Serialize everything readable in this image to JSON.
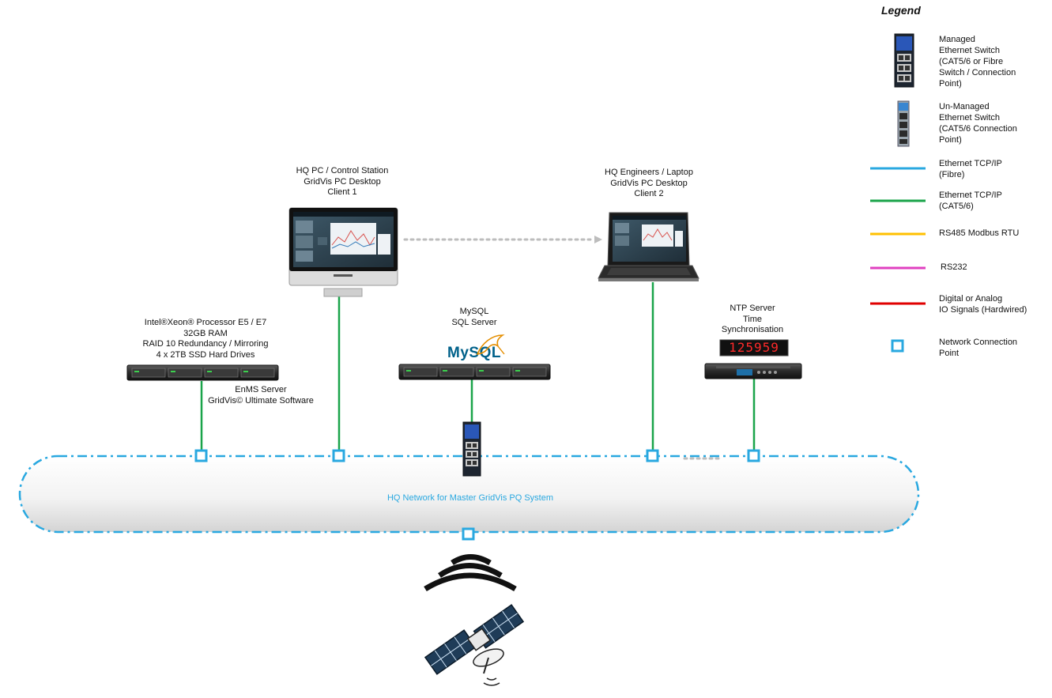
{
  "legend": {
    "title": "Legend",
    "items": [
      {
        "key": "managed_switch",
        "lines": [
          "Managed",
          "Ethernet Switch",
          "(CAT5/6 or Fibre",
          "Switch / Connection",
          "Point)"
        ]
      },
      {
        "key": "unmanaged_switch",
        "lines": [
          "Un-Managed",
          "Ethernet Switch",
          "(CAT5/6 Connection",
          "Point)"
        ]
      },
      {
        "key": "fibre",
        "lines": [
          "Ethernet TCP/IP",
          "(Fibre)"
        ],
        "color": "#29a8e0"
      },
      {
        "key": "cat56",
        "lines": [
          "Ethernet TCP/IP",
          "(CAT5/6)"
        ],
        "color": "#1aa44a"
      },
      {
        "key": "rs485",
        "lines": [
          "RS485 Modbus RTU"
        ],
        "color": "#ffc000"
      },
      {
        "key": "rs232",
        "lines": [
          "RS232"
        ],
        "color": "#e040c0"
      },
      {
        "key": "io",
        "lines": [
          "Digital or Analog",
          "IO Signals (Hardwired)"
        ],
        "color": "#e00000"
      },
      {
        "key": "ncp",
        "lines": [
          "Network Connection",
          "Point"
        ],
        "color": "#29a8e0"
      }
    ]
  },
  "nodes": {
    "hq_pc": {
      "lines": [
        "HQ PC / Control Station",
        "GridVis PC Desktop",
        "Client 1"
      ]
    },
    "laptop": {
      "lines": [
        "HQ Engineers / Laptop",
        "GridVis PC Desktop",
        "Client 2"
      ]
    },
    "server_spec": {
      "lines": [
        "Intel®Xeon® Processor E5 / E7",
        "32GB RAM",
        "RAID 10 Redundancy / Mirroring",
        "4 x 2TB SSD Hard Drives"
      ]
    },
    "enms": {
      "lines": [
        "EnMS Server",
        "GridVis© Ultimate Software"
      ]
    },
    "mysql": {
      "lines": [
        "MySQL",
        "SQL Server"
      ],
      "logo": "MySQL"
    },
    "ntp": {
      "lines": [
        "NTP Server",
        "Time",
        "Synchronisation"
      ],
      "clock": "125959"
    }
  },
  "network": {
    "label": "HQ Network for Master GridVis PQ System"
  },
  "colors": {
    "fibre": "#29a8e0",
    "cat56": "#1aa44a"
  }
}
